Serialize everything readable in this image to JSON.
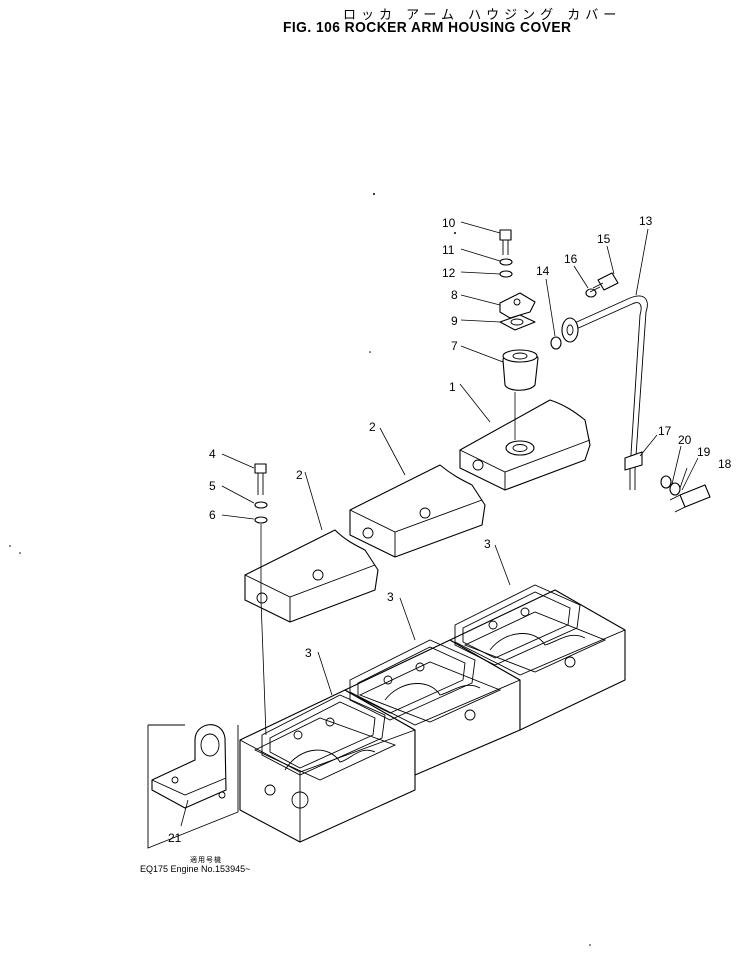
{
  "title_jp": "ロッカ アーム ハウジング カバー",
  "title": "FIG. 106  ROCKER ARM HOUSING COVER",
  "callouts": [
    "1",
    "2",
    "2",
    "3",
    "3",
    "3",
    "4",
    "5",
    "6",
    "7",
    "8",
    "9",
    "10",
    "11",
    "12",
    "13",
    "14",
    "15",
    "16",
    "17",
    "18",
    "19",
    "20",
    "21"
  ],
  "footnote_jp": "適用号機",
  "footnote": "EQ175 Engine No.153945~"
}
